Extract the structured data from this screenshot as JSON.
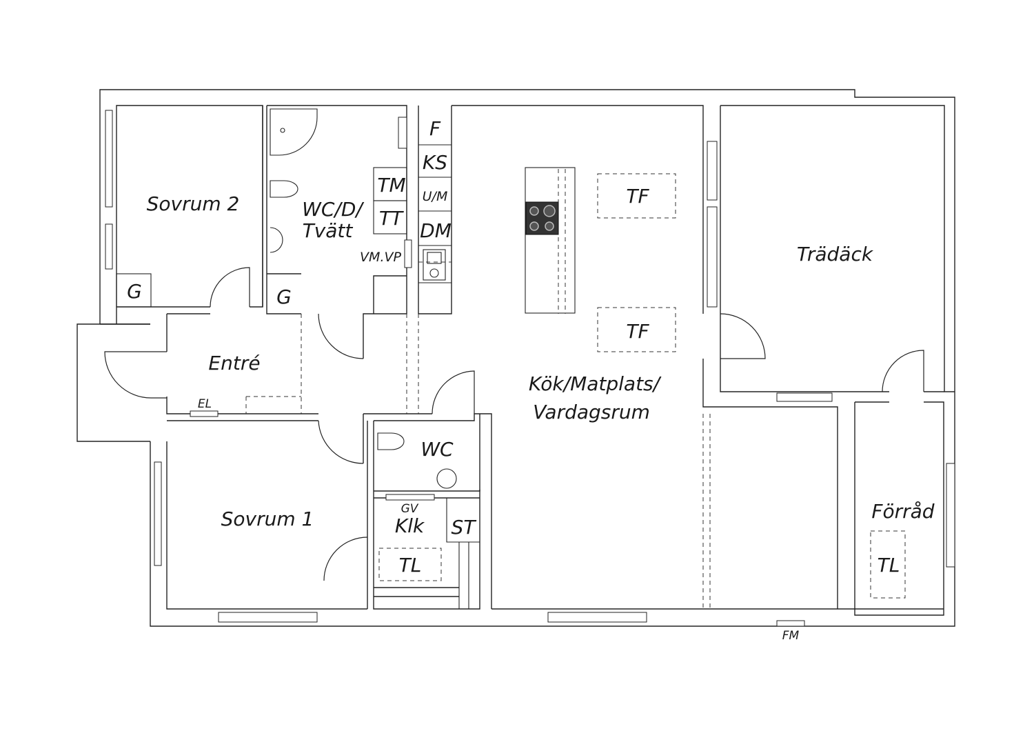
{
  "rooms": {
    "sovrum2": "Sovrum 2",
    "wc_d_tvatt_line1": "WC/D/",
    "wc_d_tvatt_line2": "Tvätt",
    "kok_line1": "Kök/Matplats/",
    "kok_line2": "Vardagsrum",
    "tradack": "Trädäck",
    "entre": "Entré",
    "wc": "WC",
    "sovrum1": "Sovrum 1",
    "klk": "Klk",
    "forrad": "Förråd"
  },
  "fixtures": {
    "f": "F",
    "ks": "KS",
    "um": "U/M",
    "dm": "DM",
    "tm": "TM",
    "tt": "TT",
    "vmvp": "VM.VP",
    "g_sovrum2": "G",
    "g_wc": "G",
    "tf_top": "TF",
    "tf_bottom": "TF",
    "el": "EL",
    "gv": "GV",
    "st": "ST",
    "tl_klk": "TL",
    "tl_forrad": "TL",
    "fm": "FM"
  }
}
